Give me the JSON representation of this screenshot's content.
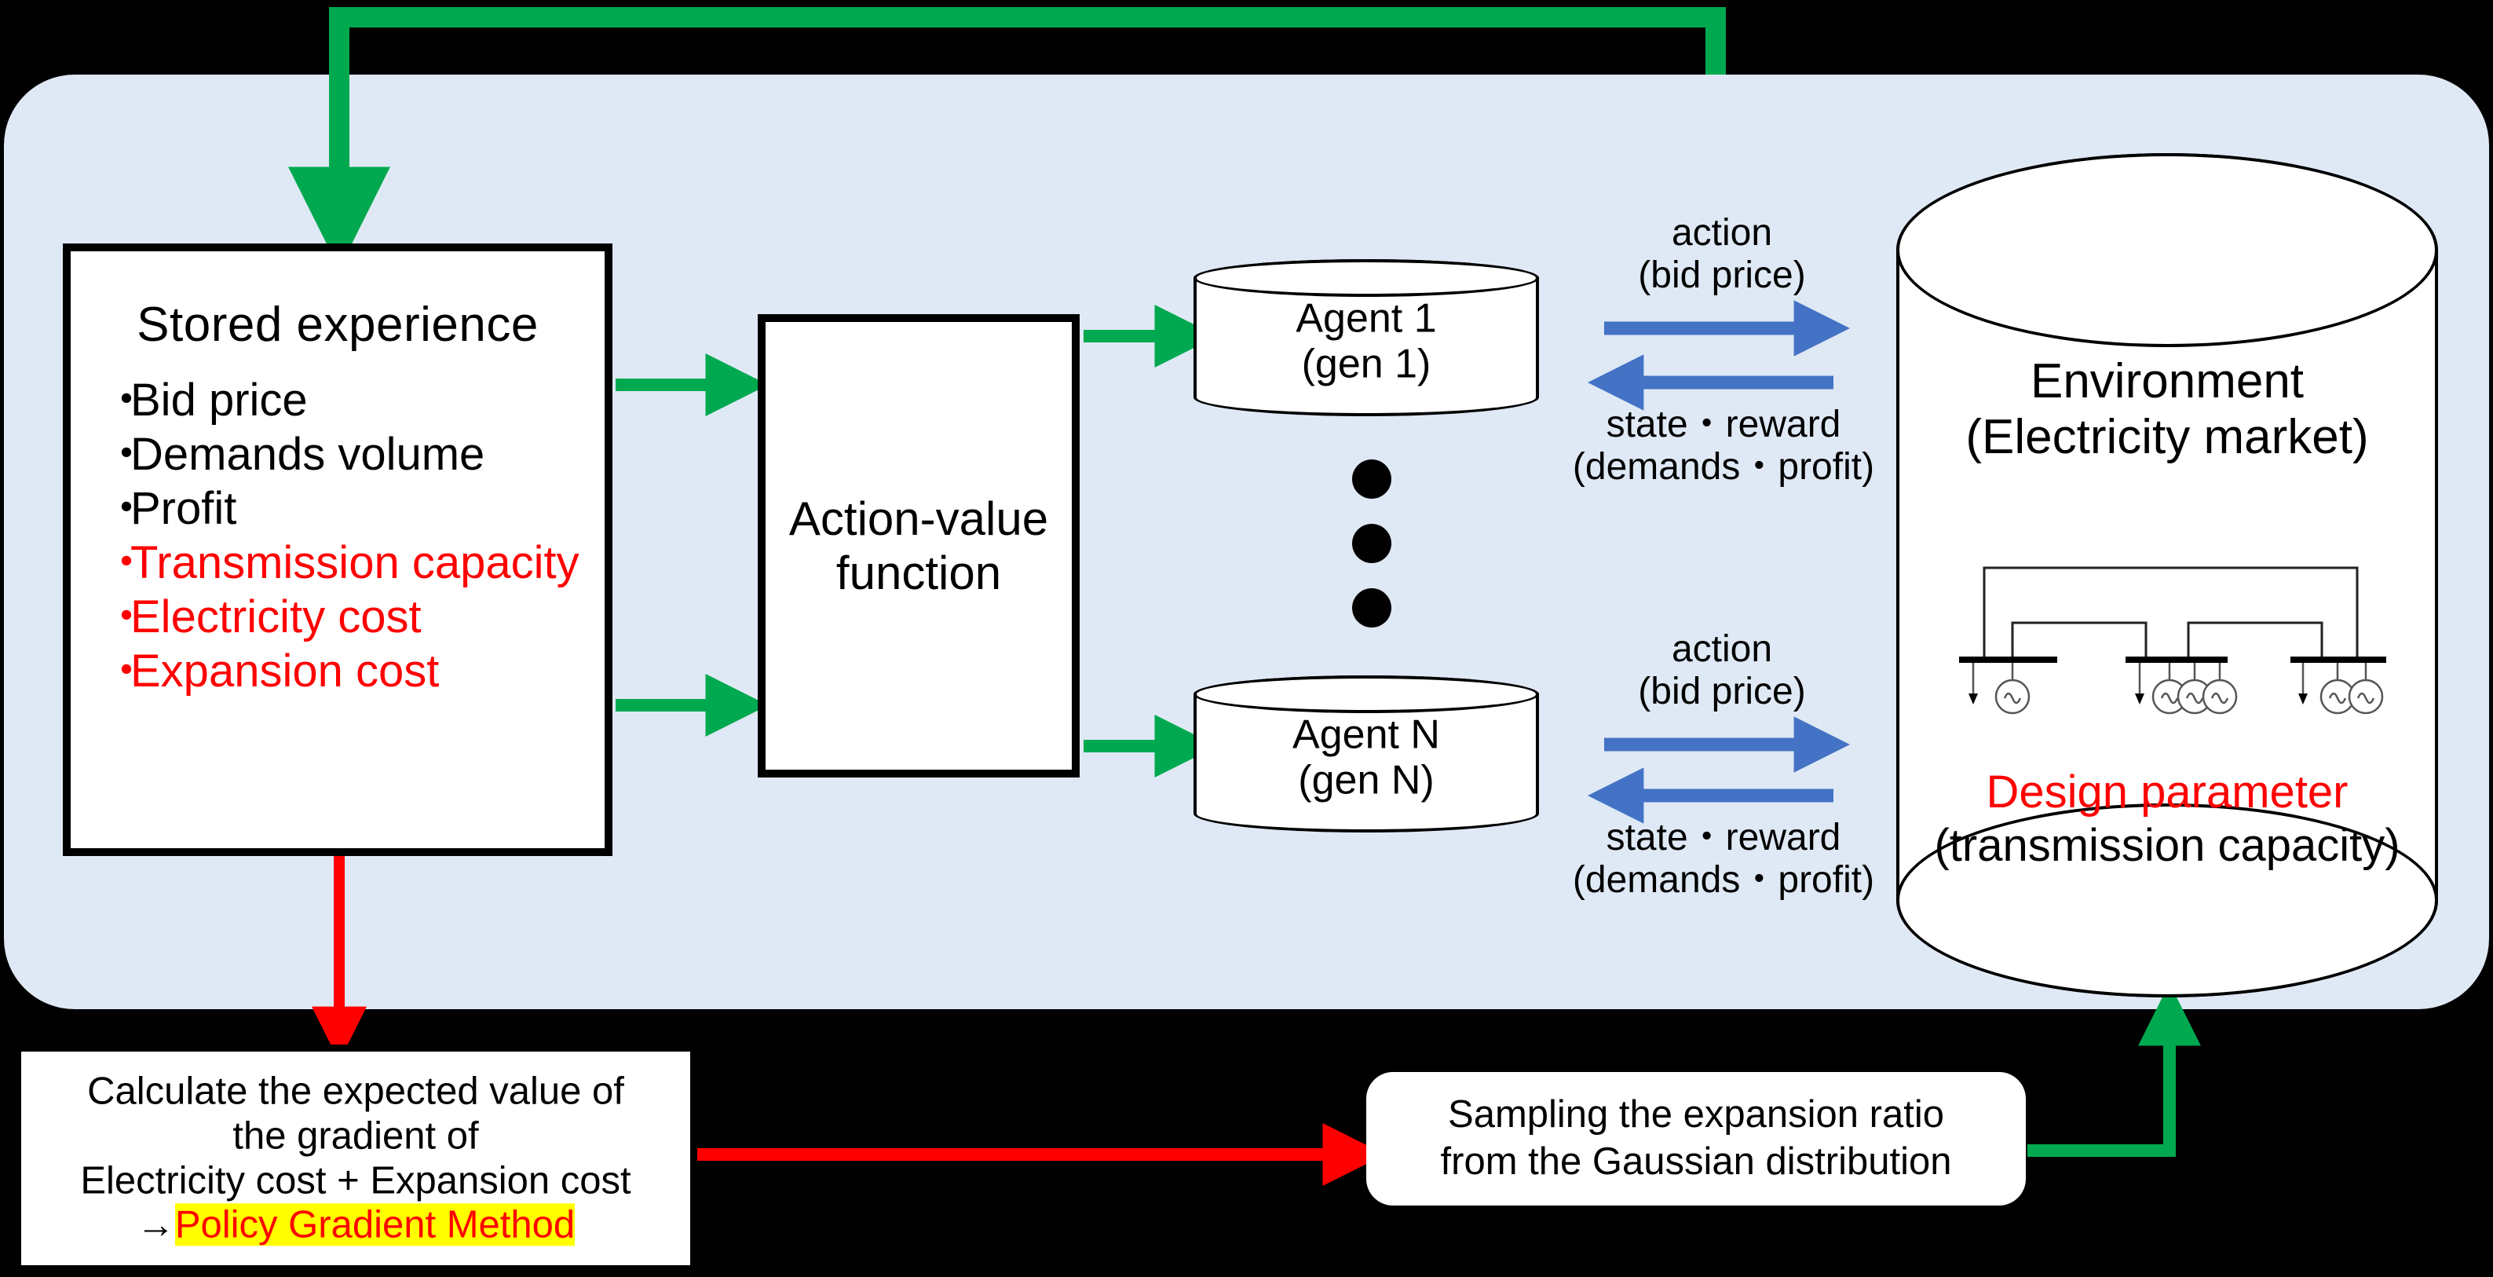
{
  "diagram": {
    "title_semantic": "multi-agent-reinforcement-learning-electricity-market-framework",
    "colors": {
      "panel_background": "#dfe9f5",
      "green_arrow": "#00a94f",
      "red_arrow": "#ff0000",
      "blue_arrow": "#4472c4",
      "highlight": "#ffff00",
      "emphasis_text": "#ff0000",
      "page_background": "#000000"
    }
  },
  "stored_experience": {
    "title": "Stored experience",
    "items": [
      {
        "label": "Bid price",
        "emphasis": false
      },
      {
        "label": "Demands volume",
        "emphasis": false
      },
      {
        "label": "Profit",
        "emphasis": false
      },
      {
        "label": "Transmission capacity",
        "emphasis": true
      },
      {
        "label": "Electricity cost",
        "emphasis": true
      },
      {
        "label": "Expansion cost",
        "emphasis": true
      }
    ],
    "bullet_glyph": "・"
  },
  "action_value_function": {
    "line1": "Action-value",
    "line2": "function"
  },
  "agents": [
    {
      "name": "Agent 1",
      "sub": "(gen 1)"
    },
    {
      "name": "Agent N",
      "sub": "(gen N)"
    }
  ],
  "ellipsis_dots": 3,
  "exchange_labels": [
    {
      "action_line1": "action",
      "action_line2": "(bid price)",
      "feedback_line1": "state・reward",
      "feedback_line2": "(demands・profit)"
    },
    {
      "action_line1": "action",
      "action_line2": "(bid price)",
      "feedback_line1": "state・reward",
      "feedback_line2": "(demands・profit)"
    }
  ],
  "environment": {
    "title_line1": "Environment",
    "title_line2": "(Electricity market)",
    "design_parameter_label": "Design parameter",
    "design_parameter_detail": "(transmission capacity)",
    "grid_schematic": {
      "buses": 3,
      "generators_per_bus": [
        1,
        3,
        2
      ],
      "loads_per_bus": [
        1,
        1,
        1
      ]
    }
  },
  "calculation_box": {
    "line1": "Calculate the expected value of",
    "line2": "the gradient of",
    "line3": "Electricity cost + Expansion cost",
    "arrow_prefix": "→",
    "highlighted": "Policy Gradient Method"
  },
  "sampling_box": {
    "line1": "Sampling the expansion ratio",
    "line2": "from the Gaussian distribution"
  }
}
